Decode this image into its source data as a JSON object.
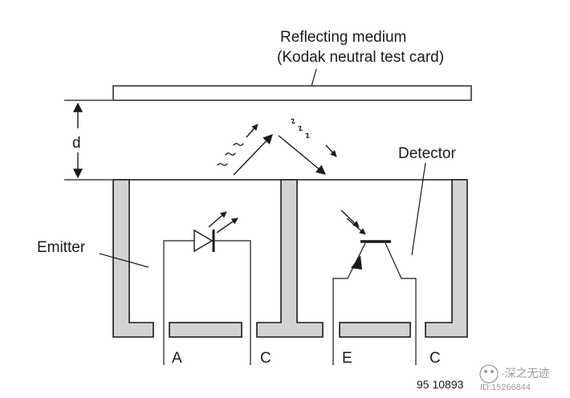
{
  "labels": {
    "medium_line1": "Reflecting medium",
    "medium_line2": "(Kodak neutral test card)",
    "distance": "d",
    "detector": "Detector",
    "emitter": "Emitter",
    "pin_a": "A",
    "pin_c1": "C",
    "pin_e": "E",
    "pin_c2": "C",
    "figure_number": "95 10893",
    "watermark_name": "·深之无迹",
    "watermark_id": "ID:15266844"
  },
  "colors": {
    "wall_fill": "#d3d3d3",
    "ink": "#1a1a1a",
    "watermark": "#9a9a9a"
  }
}
